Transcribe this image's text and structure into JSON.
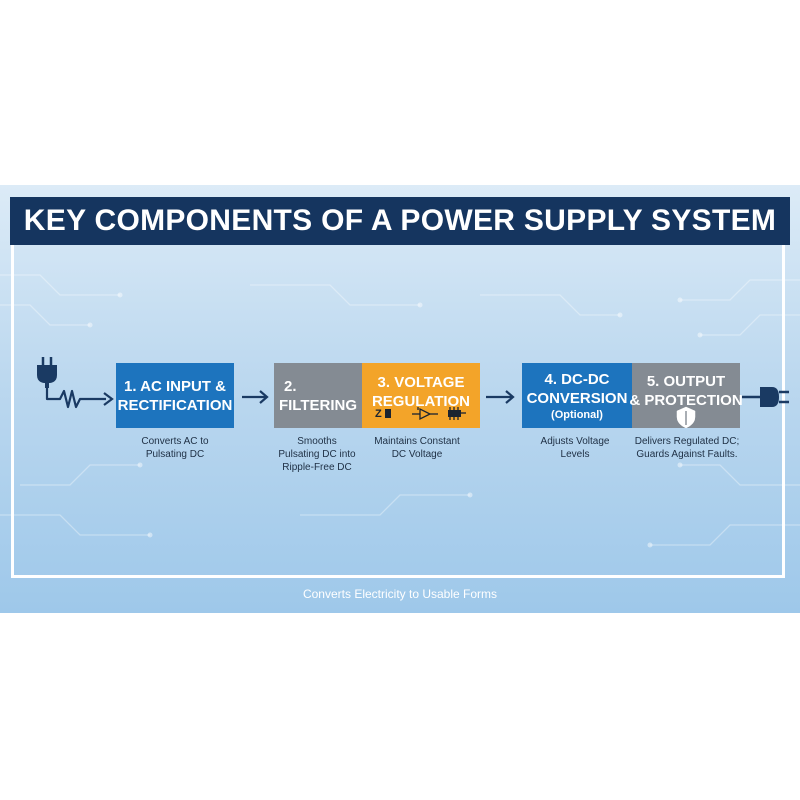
{
  "title": "KEY COMPONENTS OF A POWER SUPPLY SYSTEM",
  "footer": "Converts Electricity to Usable Forms",
  "stages": [
    {
      "line1": "1. AC INPUT &",
      "line2": "RECTIFICATION",
      "desc": [
        "Converts AC to",
        "Pulsating DC"
      ]
    },
    {
      "line1": "2.",
      "line2": "FILTERING",
      "desc": [
        "Smooths",
        "Pulsating DC into",
        "Ripple-Free DC"
      ]
    },
    {
      "line1": "3.  VOLTAGE",
      "line2": "REGULATION",
      "desc": [
        "Maintains Constant",
        "DC Voltage"
      ]
    },
    {
      "line1": "4.    DC-DC",
      "line2": "CONVERSION",
      "sub": "(Optional)",
      "desc": [
        "Adjusts Voltage",
        "Levels"
      ]
    },
    {
      "line1": "5. OUTPUT",
      "line2": "& PROTECTION",
      "desc": [
        "Delivers Regulated DC;",
        "Guards Against Faults."
      ]
    }
  ],
  "regulation_symbol_text": "Z",
  "colors": {
    "title_bar": "#15355f",
    "blue_box": "#1d74be",
    "gray_box": "#848b93",
    "orange_box": "#f3a429",
    "arrow": "#1a3a63"
  },
  "icons": [
    "ac-plug-icon",
    "zener-diode-icon",
    "regulator-icon",
    "chip-icon",
    "shield-icon",
    "output-plug-icon"
  ]
}
